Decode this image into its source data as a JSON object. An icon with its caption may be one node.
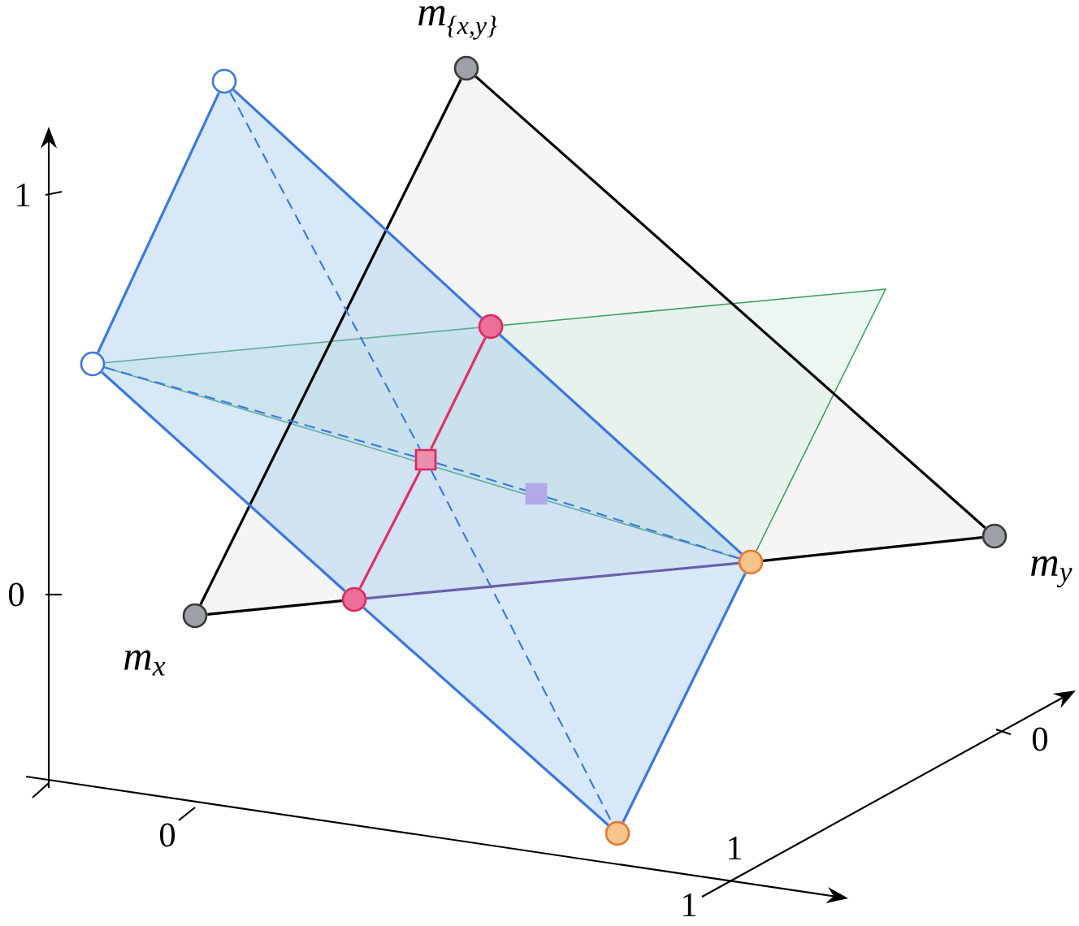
{
  "diagram": {
    "nodes": [
      {
        "text": [],
        "shape": "circle",
        "beside": [
          "m",
          "{x,y}"
        ]
      },
      {
        "text": [],
        "shape": "circle"
      },
      {
        "text": [],
        "shape": "circle"
      },
      {
        "text": [],
        "shape": "circle"
      },
      {
        "text": [],
        "shape": "box"
      },
      {
        "text": [],
        "shape": "box"
      },
      {
        "text": [],
        "shape": "circle",
        "beside": [
          "m$_{y}$"
        ]
      },
      {
        "text": [],
        "shape": "circle"
      },
      {
        "text": [],
        "shape": "circle"
      },
      {
        "text": [],
        "shape": "circle",
        "beside": [
          "m$_{x}$"
        ]
      },
      {
        "text": [],
        "shape": "circle"
      }
    ],
    "edges": [
      {
        "from": 9,
        "to": 0,
        "arrow": "none",
        "color": "#000000"
      },
      {
        "from": 0,
        "to": 6,
        "arrow": "none",
        "color": "#000000"
      },
      {
        "from": 9,
        "to": 8,
        "arrow": "none",
        "color": "#000000"
      },
      {
        "from": 7,
        "to": 6,
        "arrow": "none",
        "color": "#000000"
      },
      {
        "from": 1,
        "to": 2,
        "arrow": "none",
        "color": "#3b78e0"
      },
      {
        "from": 1,
        "to": 3,
        "arrow": "none",
        "color": "#3b78e0"
      },
      {
        "from": 3,
        "to": 7,
        "arrow": "none",
        "color": "#3b78e0"
      },
      {
        "from": 2,
        "to": 8,
        "arrow": "none",
        "color": "#3b78e0"
      },
      {
        "from": 8,
        "to": 10,
        "arrow": "none",
        "color": "#3b78e0"
      },
      {
        "from": 10,
        "to": 7,
        "arrow": "none",
        "color": "#3b78e0"
      },
      {
        "from": 1,
        "to": 4,
        "arrow": "none",
        "style": "dashed",
        "color": "#3b78e0"
      },
      {
        "from": 4,
        "to": 10,
        "arrow": "none",
        "style": "dashed",
        "color": "#3b78e0"
      },
      {
        "from": 2,
        "to": 4,
        "arrow": "none",
        "style": "dashed",
        "color": "#3b78e0"
      },
      {
        "from": 4,
        "to": 5,
        "arrow": "none",
        "style": "dashed",
        "color": "#3b78e0"
      },
      {
        "from": 5,
        "to": 7,
        "arrow": "none",
        "style": "dashed",
        "color": "#3b78e0"
      },
      {
        "from": 3,
        "to": 4,
        "arrow": "none",
        "color": "#e0306a"
      },
      {
        "from": 4,
        "to": 8,
        "arrow": "none",
        "color": "#e0306a"
      },
      {
        "from": 8,
        "to": 7,
        "arrow": "none",
        "color": "#6a5fa8"
      }
    ],
    "labels": [
      "1",
      "0",
      "0",
      "0",
      "1",
      "1"
    ]
  }
}
